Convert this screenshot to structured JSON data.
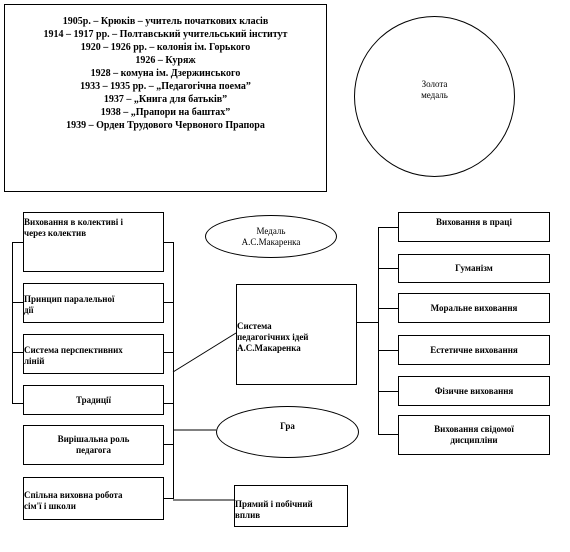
{
  "bio": [
    "1905р. – Крюків – учитель початкових класів",
    "1914 – 1917 рр. – Полтавський учительський інститут",
    "1920 – 1926 рр. – колонія ім. Горького",
    "1926 – Куряж",
    "1928 – комуна ім. Дзержинського",
    "1933 – 1935 рр. – „Педагогічна поема”",
    "1937 – „Книга для батьків”",
    "1938 – „Прапори на баштах”",
    "1939 – Орден Трудового Червоного Прапора"
  ],
  "medal_circle": [
    "Золота",
    "медаль"
  ],
  "medal_ellipse": [
    "Медаль",
    "А.С.Макаренка"
  ],
  "center_box": [
    "Система",
    "педагогічних ідей",
    "А.С.Макаренка"
  ],
  "game_ellipse": "Гра",
  "left_boxes": [
    [
      "Виховання в колективі і",
      "через колектив"
    ],
    [
      "Принцип паралельної",
      "дії"
    ],
    [
      "Система перспективних",
      "ліній"
    ],
    [
      "Традиції"
    ],
    [
      "Вирішальна роль",
      "педагога"
    ],
    [
      "Спільна виховна робота",
      "сім'ї і школи"
    ]
  ],
  "right_boxes": [
    [
      "Виховання в праці"
    ],
    [
      "Гуманізм"
    ],
    [
      "Моральне виховання"
    ],
    [
      "Естетичне виховання"
    ],
    [
      "Фізичне виховання"
    ],
    [
      "Виховання свідомої",
      "дисципліни"
    ]
  ],
  "bottom_box": [
    "Прямий і побічний",
    "вплив"
  ]
}
